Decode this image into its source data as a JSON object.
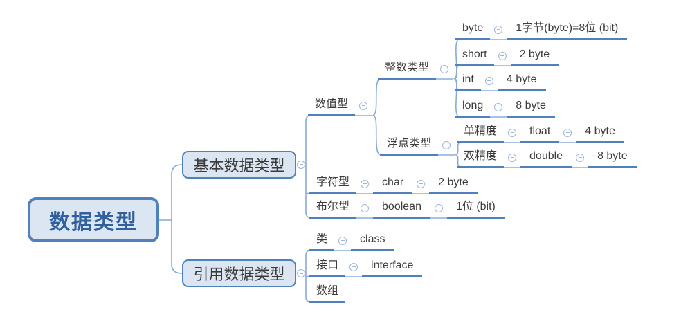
{
  "colors": {
    "underline": "#4f81bd",
    "connector": "#88aad6",
    "joint_line": "#a9c2e2",
    "joint_icon": "#9cb6dc",
    "node_fill": "#dce6f2",
    "node_border": "#4f81bd",
    "root_text": "#31609f",
    "topic_text": "#3c3c3c"
  },
  "icons": {
    "collapse": "minus-circle-icon"
  },
  "mindmap": {
    "root": "数据类型",
    "children": [
      {
        "label": "基本数据类型",
        "children": [
          {
            "label": "数值型",
            "children": [
              {
                "label": "整数类型",
                "children": [
                  {
                    "label": "byte",
                    "children": [
                      {
                        "label": "1字节(byte)=8位 (bit)"
                      }
                    ]
                  },
                  {
                    "label": "short",
                    "children": [
                      {
                        "label": "2 byte"
                      }
                    ]
                  },
                  {
                    "label": "int",
                    "children": [
                      {
                        "label": "4 byte"
                      }
                    ]
                  },
                  {
                    "label": "long",
                    "children": [
                      {
                        "label": "8 byte"
                      }
                    ]
                  }
                ]
              },
              {
                "label": "浮点类型",
                "children": [
                  {
                    "label": "单精度",
                    "children": [
                      {
                        "label": "float",
                        "children": [
                          {
                            "label": "4 byte"
                          }
                        ]
                      }
                    ]
                  },
                  {
                    "label": "双精度",
                    "children": [
                      {
                        "label": "double",
                        "children": [
                          {
                            "label": "8 byte"
                          }
                        ]
                      }
                    ]
                  }
                ]
              }
            ]
          },
          {
            "label": "字符型",
            "children": [
              {
                "label": "char",
                "children": [
                  {
                    "label": "2 byte"
                  }
                ]
              }
            ]
          },
          {
            "label": "布尔型",
            "children": [
              {
                "label": "boolean",
                "children": [
                  {
                    "label": "1位 (bit)"
                  }
                ]
              }
            ]
          }
        ]
      },
      {
        "label": "引用数据类型",
        "children": [
          {
            "label": "类",
            "children": [
              {
                "label": "class"
              }
            ]
          },
          {
            "label": "接口",
            "children": [
              {
                "label": "interface"
              }
            ]
          },
          {
            "label": "数组"
          }
        ]
      }
    ]
  }
}
